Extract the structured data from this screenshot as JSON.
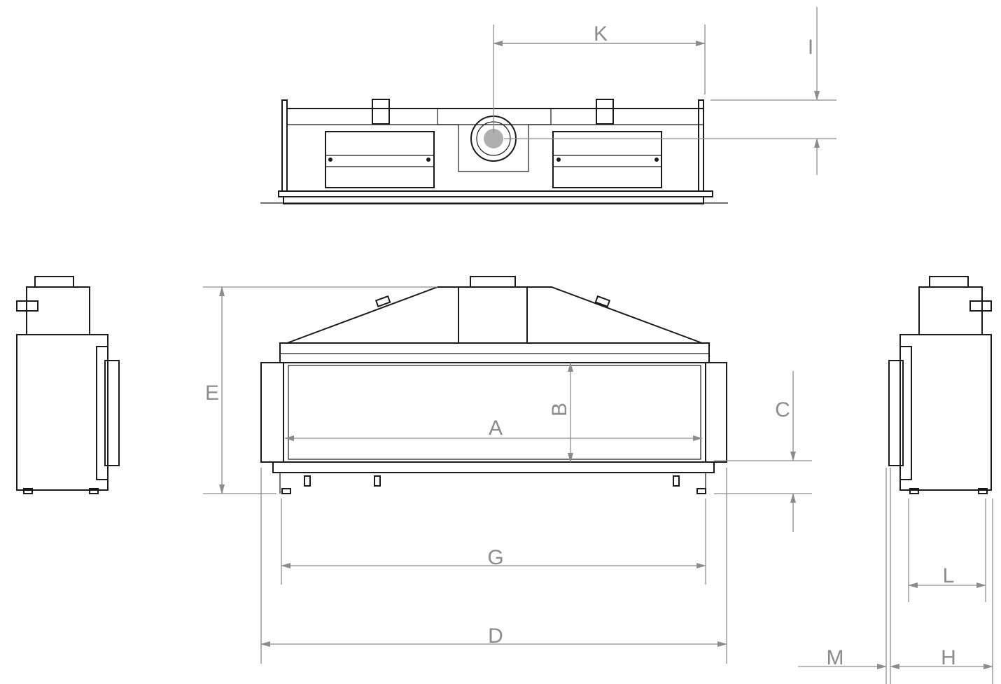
{
  "labels": {
    "A": "A",
    "B": "B",
    "C": "C",
    "D": "D",
    "E": "E",
    "G": "G",
    "H": "H",
    "I": "I",
    "K": "K",
    "L": "L",
    "M": "M"
  },
  "colors": {
    "line": "#1a1a1a",
    "dimension": "#8c8c8c",
    "background": "#ffffff"
  }
}
